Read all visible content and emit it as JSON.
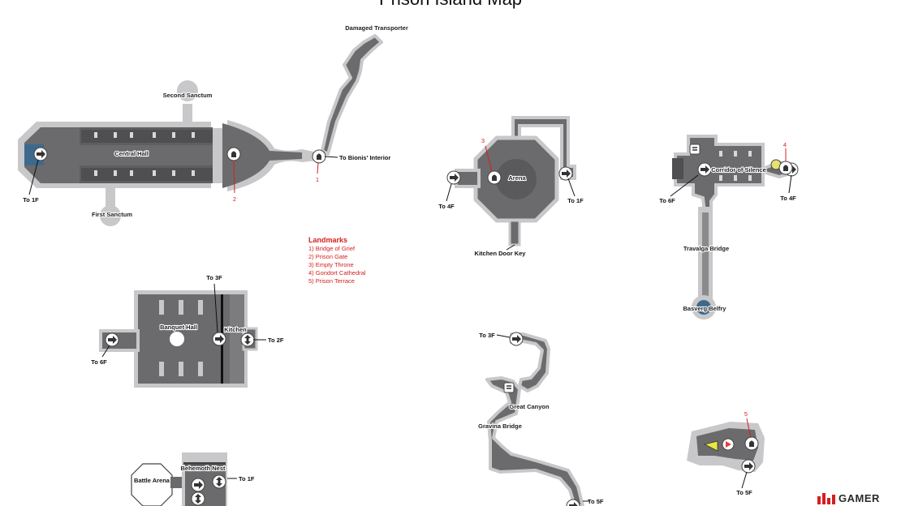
{
  "title": "Prison Island Map",
  "areas": {
    "damaged_transporter": "Damaged Transporter",
    "second_sanctum": "Second Sanctum",
    "central_hall": "Central Hall",
    "first_sanctum": "First Sanctum",
    "to_bionis_interior": "To Bionis' Interior",
    "arena": "Arena",
    "kitchen_door_key": "Kitchen Door Key",
    "corridor_of_silence": "Corridor of Silence",
    "travalga_bridge": "Travalga Bridge",
    "basverg_belfry": "Basverg Belfry",
    "banquet_hall": "Banquet Hall",
    "kitchen": "Kitchen",
    "great_canyon": "Great Canyon",
    "gravina_bridge": "Gravina Bridge",
    "behemoth_nest": "Behemoth Nest",
    "battle_arena": "Battle Arena"
  },
  "floor_links": {
    "to_1f": "To 1F",
    "to_2f": "To 2F",
    "to_3f": "To 3F",
    "to_4f": "To 4F",
    "to_5f": "To 5F",
    "to_6f": "To 6F"
  },
  "landmark_markers": [
    "1",
    "2",
    "3",
    "4",
    "5"
  ],
  "legend": {
    "heading": "Landmarks",
    "items": [
      "1) Bridge of Grief",
      "2) Prison Gate",
      "3) Empty Throne",
      "4) Gondort Cathedral",
      "5) Prison Terrace"
    ]
  },
  "logo": {
    "text": "GAMER"
  },
  "colors": {
    "floor": "#6b6b6d",
    "wall": "#c8c8ca",
    "water": "#3d6a8c",
    "landmark_red": "#d42020",
    "label": "#222222"
  },
  "icons": [
    "landmark-icon",
    "warp-arrow-icon",
    "stairs-icon",
    "save-icon",
    "quest-icon"
  ]
}
